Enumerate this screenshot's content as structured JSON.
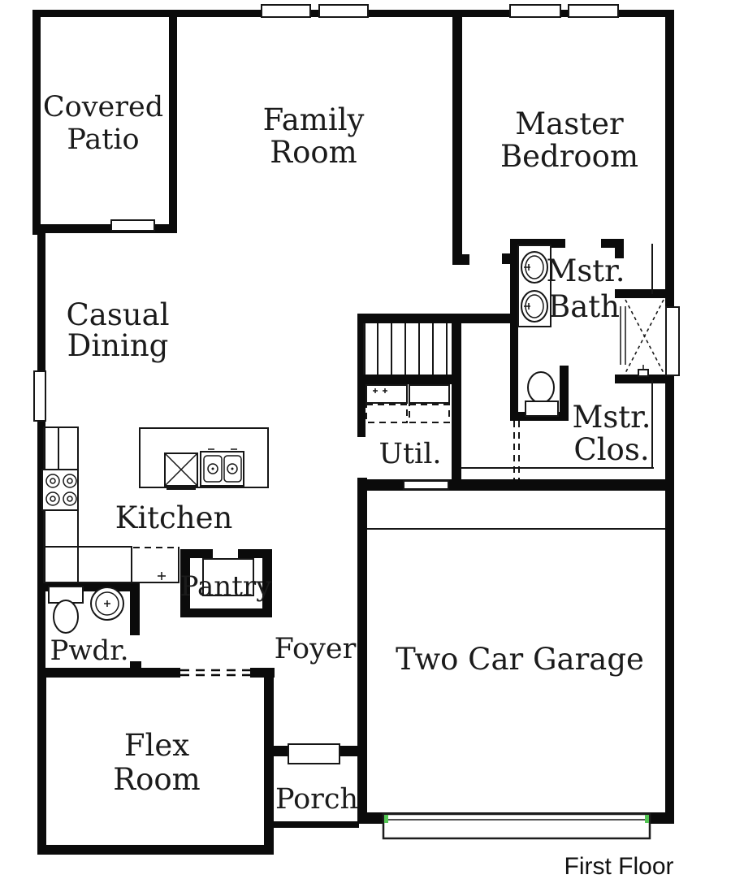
{
  "plan_title": "First Floor",
  "rooms": {
    "covered_patio": {
      "lines": [
        "Covered",
        "Patio"
      ]
    },
    "family_room": {
      "lines": [
        "Family",
        "Room"
      ]
    },
    "master_bedroom": {
      "lines": [
        "Master",
        "Bedroom"
      ]
    },
    "casual_dining": {
      "lines": [
        "Casual",
        "Dining"
      ]
    },
    "mstr_bath": {
      "lines": [
        "Mstr.",
        "Bath"
      ]
    },
    "util": {
      "lines": [
        "Util."
      ]
    },
    "mstr_clos": {
      "lines": [
        "Mstr.",
        "Clos."
      ]
    },
    "kitchen": {
      "lines": [
        "Kitchen"
      ]
    },
    "pantry": {
      "lines": [
        "Pantry"
      ]
    },
    "pwdr": {
      "lines": [
        "Pwdr."
      ]
    },
    "foyer": {
      "lines": [
        "Foyer"
      ]
    },
    "garage": {
      "lines": [
        "Two Car Garage"
      ]
    },
    "flex_room": {
      "lines": [
        "Flex",
        "Room"
      ]
    },
    "porch": {
      "lines": [
        "Porch"
      ]
    }
  },
  "colors": {
    "wall": "#0b0b0b",
    "line": "#161616",
    "text": "#1b1b1b",
    "background": "#ffffff",
    "garage_door_accent": "#53c653"
  },
  "icons": {
    "stairs": "parallel-treads",
    "shower": "dashed-x-square",
    "vanity_sink": "oval-basin",
    "toilet": "tank-and-bowl",
    "cooktop": "four-burner-rings",
    "kitchen_sink": "double-basin",
    "dishwasher": "x-square",
    "refrigerator": "dashed-front-box",
    "washer_dryer": "paired-appliance-boxes",
    "garage_door": "long-panel-green-ends",
    "window": "white-inset-bar"
  }
}
